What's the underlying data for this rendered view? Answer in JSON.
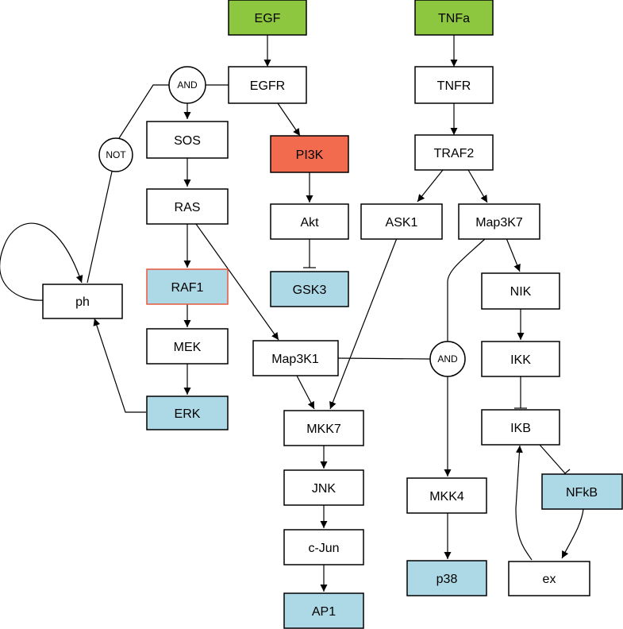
{
  "colors": {
    "input": "#8dc63f",
    "pi3k": "#f26b4f",
    "output": "#add8e6",
    "raf1_border": "#e8593f",
    "default_fill": "#ffffff",
    "stroke": "#000000"
  },
  "nodes": {
    "egf": {
      "label": "EGF",
      "style": "input"
    },
    "tnfa": {
      "label": "TNFa",
      "style": "input"
    },
    "egfr": {
      "label": "EGFR",
      "style": "default"
    },
    "tnfr": {
      "label": "TNFR",
      "style": "default"
    },
    "sos": {
      "label": "SOS",
      "style": "default"
    },
    "pi3k": {
      "label": "PI3K",
      "style": "pi3k"
    },
    "traf2": {
      "label": "TRAF2",
      "style": "default"
    },
    "ras": {
      "label": "RAS",
      "style": "default"
    },
    "akt": {
      "label": "Akt",
      "style": "default"
    },
    "ask1": {
      "label": "ASK1",
      "style": "default"
    },
    "map3k7": {
      "label": "Map3K7",
      "style": "default"
    },
    "raf1": {
      "label": "RAF1",
      "style": "raf1"
    },
    "gsk3": {
      "label": "GSK3",
      "style": "output"
    },
    "nik": {
      "label": "NIK",
      "style": "default"
    },
    "ph": {
      "label": "ph",
      "style": "default"
    },
    "mek": {
      "label": "MEK",
      "style": "default"
    },
    "map3k1": {
      "label": "Map3K1",
      "style": "default"
    },
    "ikk": {
      "label": "IKK",
      "style": "default"
    },
    "erk": {
      "label": "ERK",
      "style": "output"
    },
    "mkk7": {
      "label": "MKK7",
      "style": "default"
    },
    "ikb": {
      "label": "IKB",
      "style": "default"
    },
    "jnk": {
      "label": "JNK",
      "style": "default"
    },
    "mkk4": {
      "label": "MKK4",
      "style": "default"
    },
    "nfkb": {
      "label": "NFkB",
      "style": "output"
    },
    "cjun": {
      "label": "c-Jun",
      "style": "default"
    },
    "p38": {
      "label": "p38",
      "style": "output"
    },
    "ex": {
      "label": "ex",
      "style": "default"
    },
    "ap1": {
      "label": "AP1",
      "style": "output"
    }
  },
  "gates": {
    "and_top": {
      "label": "AND"
    },
    "not_gate": {
      "label": "NOT"
    },
    "and_mid": {
      "label": "AND"
    }
  }
}
